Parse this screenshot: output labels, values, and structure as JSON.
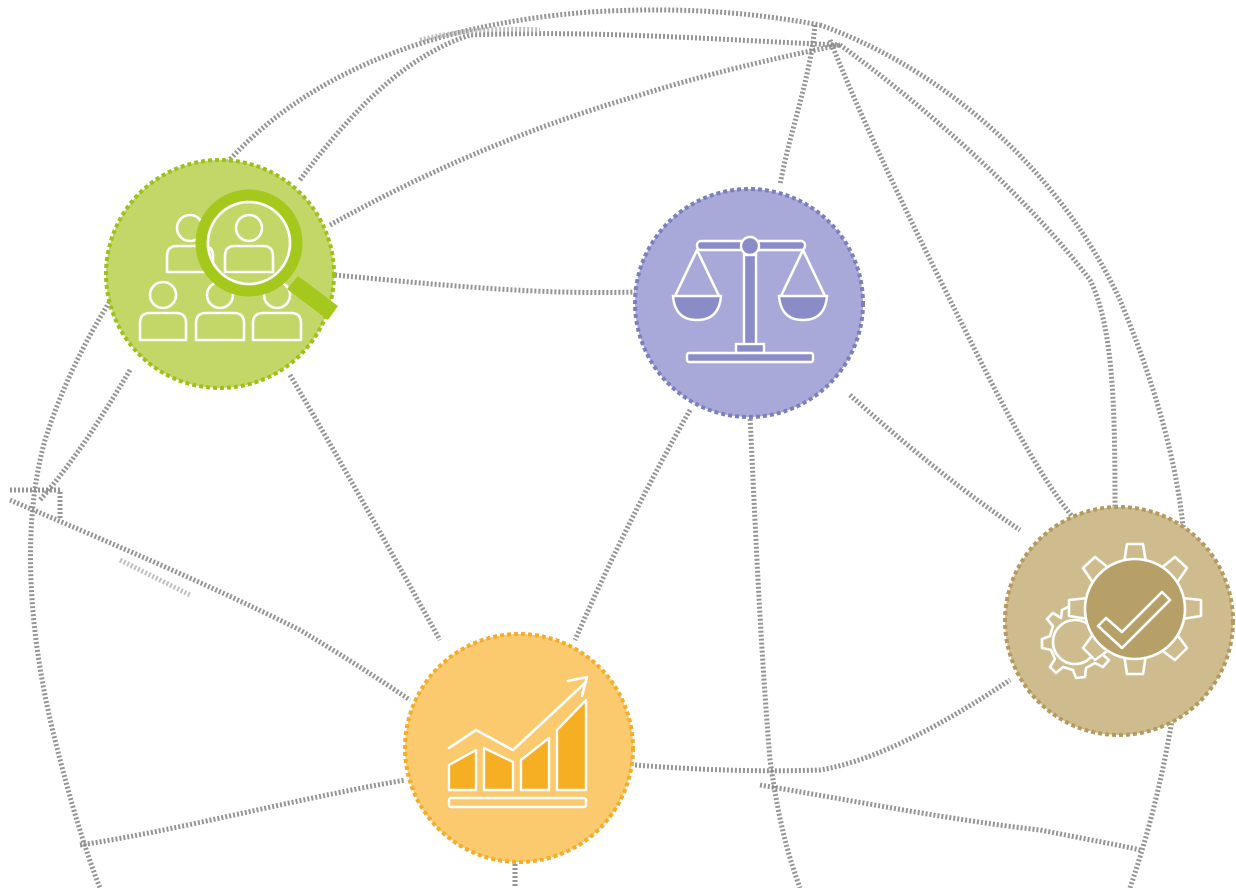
{
  "diagram": {
    "nodes": [
      {
        "id": "people-search",
        "icon": "people-search-icon",
        "color": "#c3d668",
        "border": "#9cc11a",
        "accent": "#a5c81c"
      },
      {
        "id": "justice",
        "icon": "scales-icon",
        "color": "#a8a9d8",
        "border": "#7b7fbf",
        "accent": "#8a8cc8"
      },
      {
        "id": "quality",
        "icon": "gear-check-icon",
        "color": "#cfbc8e",
        "border": "#b59a5e",
        "accent": "#b6a068"
      },
      {
        "id": "growth",
        "icon": "growth-chart-icon",
        "color": "#fbc96e",
        "border": "#f3ad2a",
        "accent": "#f6ae22"
      }
    ],
    "wireframe_color": "#8a8a8a",
    "background": "#ffffff"
  }
}
